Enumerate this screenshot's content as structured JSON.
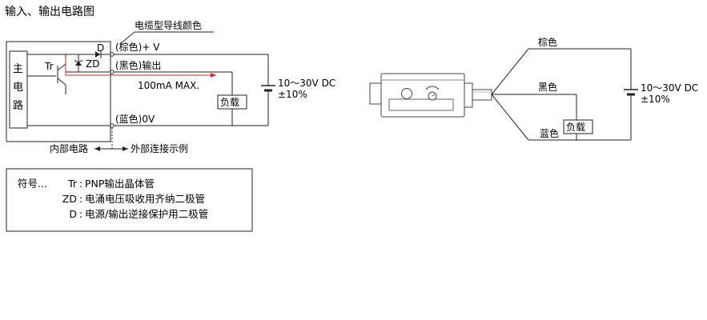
{
  "title": "输入、输出电路图",
  "left": {
    "cable_color_heading": "电缆型导线颜色",
    "main_circuit_chars": [
      "主",
      "电",
      "路"
    ],
    "tr": "Tr",
    "d": "D",
    "zd": "ZD",
    "brown_line": "(棕色)+ V",
    "black_line": "(黑色)输出",
    "max_current": "100mA MAX.",
    "load": "负载",
    "blue_line": "(蓝色)0V",
    "supply": "10～30V DC",
    "tolerance": "±10%",
    "internal": "内部电路",
    "external": "外部连接示例"
  },
  "right": {
    "brown": "棕色",
    "black": "黑色",
    "blue": "蓝色",
    "load": "负载",
    "supply": "10～30V DC",
    "tolerance": "±10%"
  },
  "legend": {
    "prefix": "符号...",
    "rows": [
      {
        "sym": "Tr",
        "desc": "PNP输出晶体管"
      },
      {
        "sym": "ZD",
        "desc": "电涌电压吸收用齐纳二极管"
      },
      {
        "sym": "D",
        "desc": "电源/输出逆接保护用二极管"
      }
    ]
  },
  "colors": {
    "line": "#222222",
    "output_arrow": "#d7261e"
  }
}
